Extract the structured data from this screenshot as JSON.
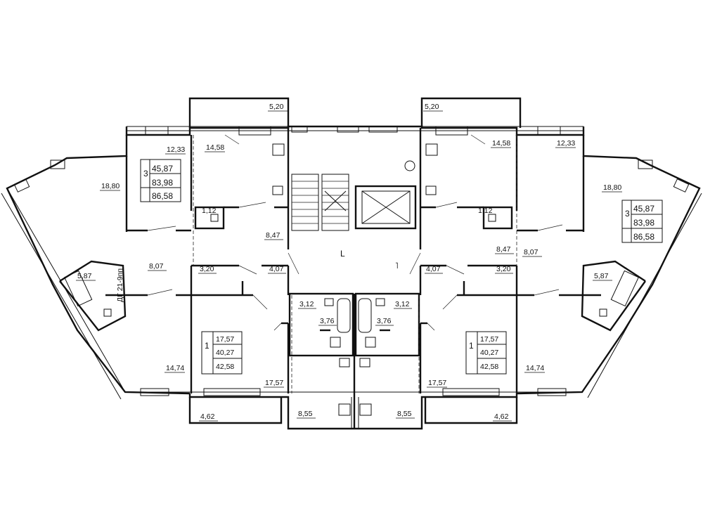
{
  "balconies": {
    "top_left": "5,20",
    "top_right": "5,20",
    "bottom_left": "4,62",
    "bottom_right": "4,62",
    "bottom_mid_left": "8,55",
    "bottom_mid_right": "8,55"
  },
  "rooms": {
    "left_kitchen_top": "12,33",
    "left_room_top": "14,58",
    "left_corner_room": "18,80",
    "left_wc": "1,12",
    "left_hall": "8,47",
    "left_corridor": "8,07",
    "left_bath": "5,87",
    "left_hall2": "3,20",
    "left_vest": "4,07",
    "left_bottom_room": "14,74",
    "left_kitchen_bottom": "17,57",
    "left_bath_small": "3,12",
    "left_wc_small": "3,76",
    "right_room_top": "14,58",
    "right_kitchen_top": "12,33",
    "right_corner_room": "18,80",
    "right_wc": "1,12",
    "right_hall": "8,47",
    "right_corridor": "8,07",
    "right_bath": "5,87",
    "right_vest": "4,07",
    "right_hall2": "3,20",
    "right_bath_small": "3,12",
    "right_wc_small": "3,76",
    "right_bottom_room": "14,74",
    "right_kitchen_bottom": "17,57"
  },
  "apartments": {
    "a3_left": {
      "rooms": "3",
      "living": "45,87",
      "total": "83,98",
      "total_with_balcony": "86,58"
    },
    "a3_right": {
      "rooms": "3",
      "living": "45,87",
      "total": "83,98",
      "total_with_balcony": "86,58"
    },
    "a1_left": {
      "rooms": "1",
      "living": "17,57",
      "total": "40,27",
      "total_with_balcony": "42,58"
    },
    "a1_right": {
      "rooms": "1",
      "living": "17,57",
      "total": "40,27",
      "total_with_balcony": "42,58"
    }
  },
  "vent_label": "ДГ 21-9пп",
  "stair_marks": {
    "left": "L",
    "right": "˥"
  }
}
